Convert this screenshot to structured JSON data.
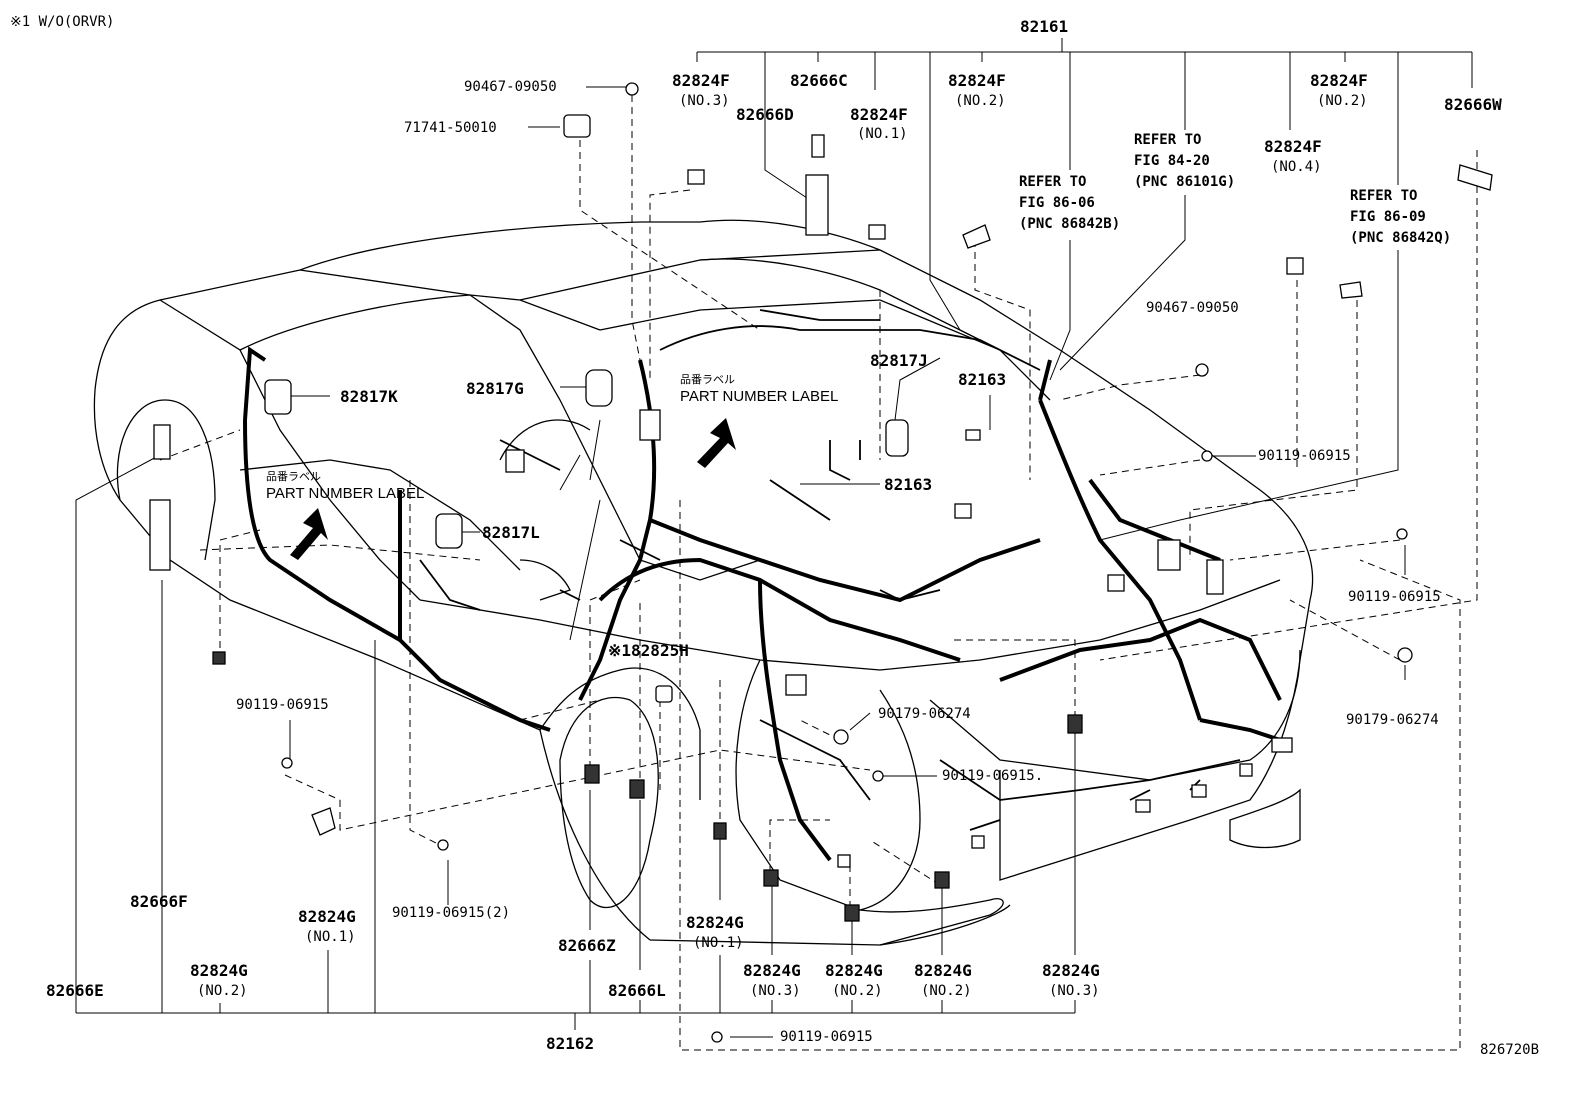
{
  "note": "※1 W/O(ORVR)",
  "figure_code": "826720B",
  "part_number_label_jp": "品番ラベル",
  "part_number_label": "PART NUMBER LABEL",
  "refs": {
    "fig_84_20": [
      "REFER TO",
      "FIG 84-20",
      "(PNC 86101G)"
    ],
    "fig_86_06": [
      "REFER TO",
      "FIG 86-06",
      "(PNC 86842B)"
    ],
    "fig_86_09": [
      "REFER TO",
      "FIG 86-09",
      "(PNC 86842Q)"
    ]
  },
  "parts": {
    "p82161": "82161",
    "p82162": "82162",
    "p90467_top": "90467-09050",
    "p71741": "71741-50010",
    "p82824F_no3": {
      "code": "82824F",
      "no": "(NO.3)"
    },
    "p82666C": "82666C",
    "p82666D": "82666D",
    "p82824F_no1": {
      "code": "82824F",
      "no": "(NO.1)"
    },
    "p82824F_no2_a": {
      "code": "82824F",
      "no": "(NO.2)"
    },
    "p82824F_no2_b": {
      "code": "82824F",
      "no": "(NO.2)"
    },
    "p82824F_no4": {
      "code": "82824F",
      "no": "(NO.4)"
    },
    "p82666W": "82666W",
    "p90467_right": "90467-09050",
    "p82817K": "82817K",
    "p82817G": "82817G",
    "p82817J": "82817J",
    "p82163_a": "82163",
    "p82163_b": "82163",
    "p82817L": "82817L",
    "p90119_r1": "90119-06915",
    "p90119_r2": "90119-06915",
    "p90179_r": "90179-06274",
    "p82825H": "※182825H",
    "p90179_c": "90179-06274",
    "p90119_c": "90119-06915.",
    "p90119_l": "90119-06915",
    "p90119_2": "90119-06915(2)",
    "p90119_bottom": "90119-06915",
    "p82666F": "82666F",
    "p82666E": "82666E",
    "p82666Z": "82666Z",
    "p82666L": "82666L",
    "p82824G_no1_l": {
      "code": "82824G",
      "no": "(NO.1)"
    },
    "p82824G_no2_l": {
      "code": "82824G",
      "no": "(NO.2)"
    },
    "p82824G_no1_c": {
      "code": "82824G",
      "no": "(NO.1)"
    },
    "p82824G_no3_a": {
      "code": "82824G",
      "no": "(NO.3)"
    },
    "p82824G_no2_a": {
      "code": "82824G",
      "no": "(NO.2)"
    },
    "p82824G_no2_b": {
      "code": "82824G",
      "no": "(NO.2)"
    },
    "p82824G_no3_b": {
      "code": "82824G",
      "no": "(NO.3)"
    }
  }
}
